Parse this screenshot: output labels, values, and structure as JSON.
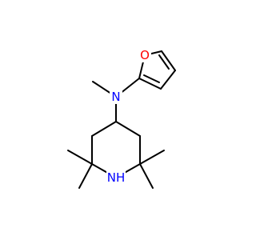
{
  "molecule": {
    "atoms": [
      {
        "id": "O1",
        "label": "O",
        "color": "#ff0000"
      },
      {
        "id": "N1",
        "label": "N",
        "color": "#0000ff"
      },
      {
        "id": "N2",
        "label": "NH",
        "color": "#0000ff"
      }
    ],
    "bond_color": "#000000"
  }
}
